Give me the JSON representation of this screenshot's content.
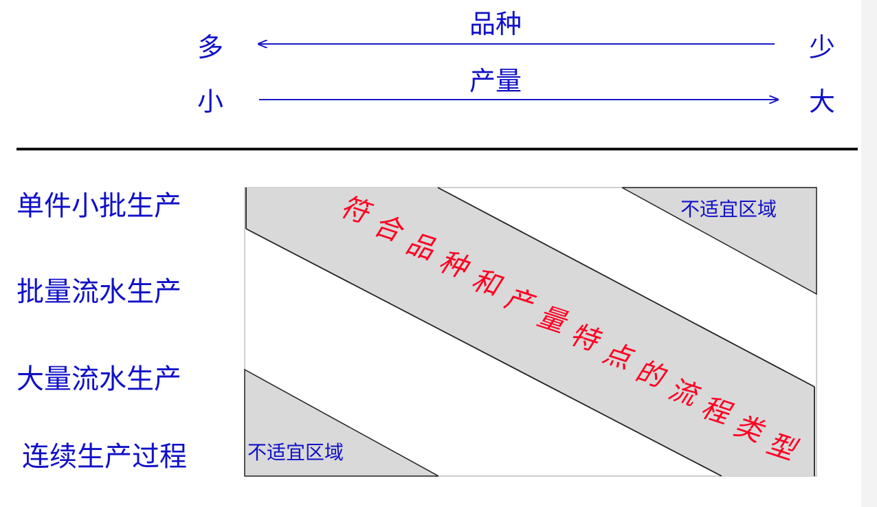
{
  "header": {
    "variety_label": "品种",
    "variety_left": "多",
    "variety_right": "少",
    "volume_label": "产量",
    "volume_left": "小",
    "volume_right": "大"
  },
  "rows": [
    "单件小批生产",
    "批量流水生产",
    "大量流水生产",
    "连续生产过程"
  ],
  "diagram": {
    "band_label": "符合品种和产量特点的流程类型",
    "zone_top_right": "不适宜区域",
    "zone_bottom_left": "不适宜区域"
  },
  "colors": {
    "blue_text": "#1010c8",
    "red_text": "#ff0022",
    "band_fill": "#d9d9d9"
  }
}
